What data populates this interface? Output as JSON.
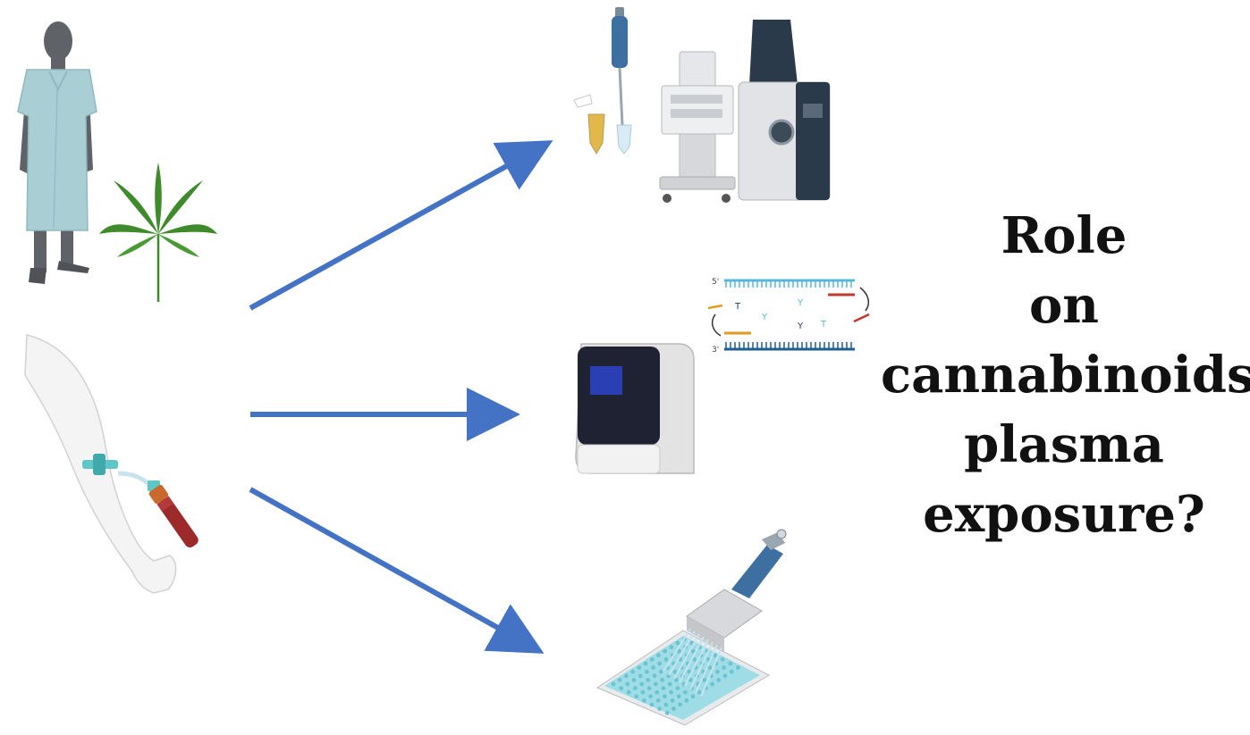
{
  "question": {
    "lines": [
      "Role",
      "on",
      "cannabinoids",
      "plasma",
      "exposure?"
    ]
  },
  "strand_labels": {
    "top": "5'",
    "bottom": "3'"
  },
  "arrows": [
    {
      "name": "arrow-to-mass-spectrometry"
    },
    {
      "name": "arrow-to-pcr"
    },
    {
      "name": "arrow-to-elisa"
    }
  ],
  "colors": {
    "arrow": "#4472C4",
    "gown": "#a9cfd5",
    "skin": "#5f6266",
    "leaf": "#3f8a2a",
    "blood": "#9c2a2a",
    "dna_top": "#58b8dc",
    "dna_bottom": "#1f5f94",
    "primer_red": "#c0392b",
    "primer_orange": "#e39a22",
    "instrument_gray": "#dcdde0",
    "instrument_dark": "#2b3a4a",
    "screen_blue": "#2b3fb5",
    "plate_cyan": "#9fdde6"
  },
  "icons": {
    "patient": "patient-in-gown-icon",
    "leaf": "cannabis-leaf-icon",
    "arm": "arm-blood-draw-icon",
    "ms": "lc-ms-instrument-icon",
    "pcr": "pcr-thermocycler-icon",
    "dna": "dna-amplification-icon",
    "elisa": "multichannel-pipette-plate-icon"
  }
}
